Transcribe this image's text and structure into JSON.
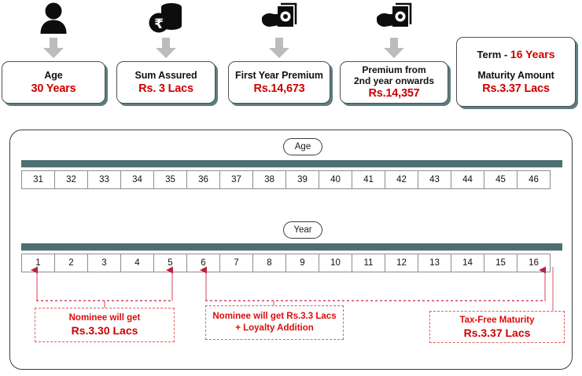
{
  "summary": {
    "cards": [
      {
        "icon": "person-icon",
        "label": "Age",
        "value": "30 Years",
        "label2": ""
      },
      {
        "icon": "coin-stack-rupee-icon",
        "label": "Sum Assured",
        "value": "Rs. 3 Lacs",
        "label2": ""
      },
      {
        "icon": "cash-in-hand-icon",
        "label": "First Year Premium",
        "value": "Rs.14,673",
        "label2": ""
      },
      {
        "icon": "cash-in-hand-icon",
        "label": "Premium from",
        "value": "Rs.14,357",
        "label2": "2nd year onwards"
      }
    ],
    "term_card": {
      "term_label": "Term",
      "term_sep": "-",
      "term_value": "16 Years",
      "maturity_label": "Maturity Amount",
      "maturity_value": "Rs.3.37 Lacs"
    }
  },
  "timeline": {
    "age_pill": "Age",
    "year_pill": "Year",
    "ages": [
      "31",
      "32",
      "33",
      "34",
      "35",
      "36",
      "37",
      "38",
      "39",
      "40",
      "41",
      "42",
      "43",
      "44",
      "45",
      "46"
    ],
    "years": [
      "1",
      "2",
      "3",
      "4",
      "5",
      "6",
      "7",
      "8",
      "9",
      "10",
      "11",
      "12",
      "13",
      "14",
      "15",
      "16"
    ]
  },
  "notes": [
    {
      "line1": "Nominee will get",
      "line2": "Rs.3.30 Lacs",
      "span_from_year": "1",
      "span_to_year": "5"
    },
    {
      "line1": "Nominee will get Rs.3.3 Lacs",
      "line2": "+ Loyalty Addition",
      "span_from_year": "6",
      "span_to_year": "16"
    },
    {
      "line1": "Tax-Free Maturity",
      "line2": "Rs.3.37 Lacs",
      "span_from_year": "16",
      "span_to_year": "16"
    }
  ],
  "colors": {
    "accent_red": "#cc0000",
    "note_red": "#dd0b0b",
    "teal_bar": "#4c6f71",
    "arrow_gray": "#bcbcbc",
    "card_shadow": "#5b7e80"
  }
}
